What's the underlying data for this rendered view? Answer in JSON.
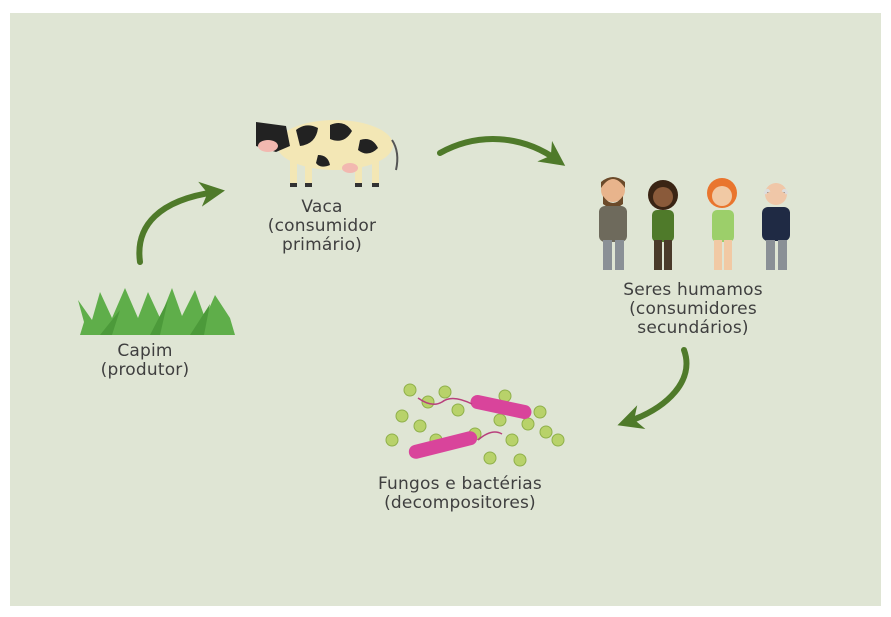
{
  "nodes": {
    "grass": {
      "line1": "Capim",
      "line2": "(produtor)"
    },
    "cow": {
      "line1": "Vaca",
      "line2": "(consumidor",
      "line3": "primário)"
    },
    "humans": {
      "line1": "Seres humamos",
      "line2": "(consumidores",
      "line3": "secundários)"
    },
    "decomposers": {
      "line1": "Fungos e bactérias",
      "line2": "(decompositores)"
    }
  },
  "colors": {
    "background": "#dfe5d4",
    "arrow": "#4f7a2a",
    "text": "#3f3f3f",
    "grass": "#5fae4a",
    "bacteria": "#d9449b",
    "spores": "#b8d26a"
  },
  "icons": [
    "grass-icon",
    "cow-icon",
    "humans-icon",
    "bacteria-icon",
    "arrow-icon"
  ]
}
